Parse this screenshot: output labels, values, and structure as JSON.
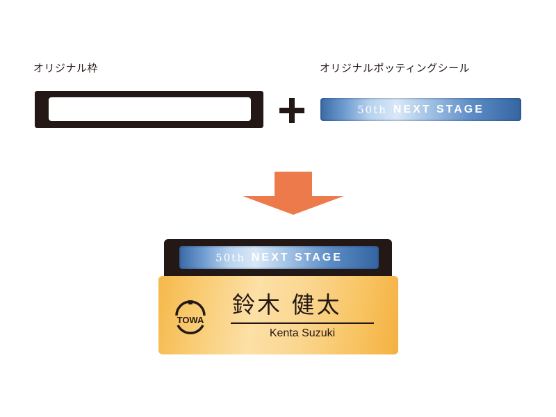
{
  "captions": {
    "frame_label": "オリジナル枠",
    "seal_label": "オリジナルポッティングシール"
  },
  "seal": {
    "number_text": "50th",
    "stage_text": "NEXT STAGE"
  },
  "name_plate": {
    "logo_text": "TOWA",
    "name_japanese": "鈴木 健太",
    "name_romaji": "Kenta  Suzuki"
  },
  "colors": {
    "frame": "#231815",
    "arrow": "#ec7a4a",
    "seal_blue": "#3a6aa5",
    "plate_gold": "#f8c462"
  },
  "icons": {
    "plus": "plus-icon",
    "arrow": "down-arrow-icon",
    "logo": "towa-logo"
  }
}
